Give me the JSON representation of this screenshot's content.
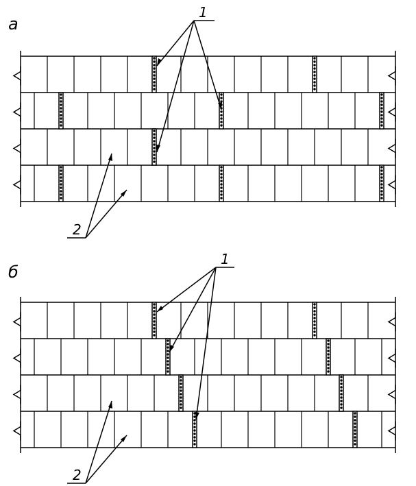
{
  "panels": [
    {
      "label": "а",
      "joint_callout": "1",
      "block_callout": "2"
    },
    {
      "label": "б",
      "joint_callout": "1",
      "block_callout": "2"
    }
  ],
  "colors": {
    "line": "#000000",
    "background": "#ffffff",
    "filler_dot": "#000000"
  }
}
